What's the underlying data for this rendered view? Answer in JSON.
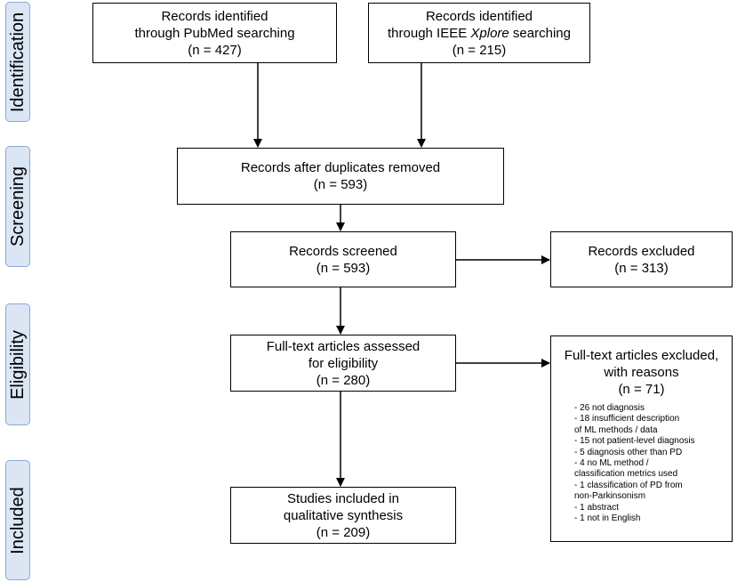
{
  "phases": {
    "identification": "Identification",
    "screening": "Screening",
    "eligibility": "Eligibility",
    "included": "Included"
  },
  "boxes": {
    "pubmed": {
      "line1": "Records identified",
      "line2": "through PubMed searching",
      "line3": "(n = 427)"
    },
    "ieee": {
      "line1": "Records identified",
      "line2_pre": "through IEEE ",
      "line2_em": "Xplore",
      "line2_post": " searching",
      "line3": "(n = 215)"
    },
    "duplicates": {
      "line1": "Records after duplicates removed",
      "line2": "(n = 593)"
    },
    "screened": {
      "line1": "Records screened",
      "line2": "(n = 593)"
    },
    "excluded": {
      "line1": "Records excluded",
      "line2": "(n = 313)"
    },
    "fulltext": {
      "line1": "Full-text articles assessed",
      "line2": "for eligibility",
      "line3": "(n = 280)"
    },
    "included": {
      "line1": "Studies included in",
      "line2": "qualitative synthesis",
      "line3": "(n = 209)"
    },
    "fulltext_excluded": {
      "line1": "Full-text articles excluded,",
      "line2": "with reasons",
      "line3": "(n = 71)",
      "reasons": [
        "- 26 not diagnosis",
        "- 18 insufficient description",
        "of ML methods / data",
        "- 15 not patient-level diagnosis",
        "- 5 diagnosis other than PD",
        "- 4 no ML method /",
        "classification metrics used",
        "- 1 classification of PD from",
        "non-Parkinsonism",
        "- 1 abstract",
        "- 1 not in English"
      ]
    }
  }
}
